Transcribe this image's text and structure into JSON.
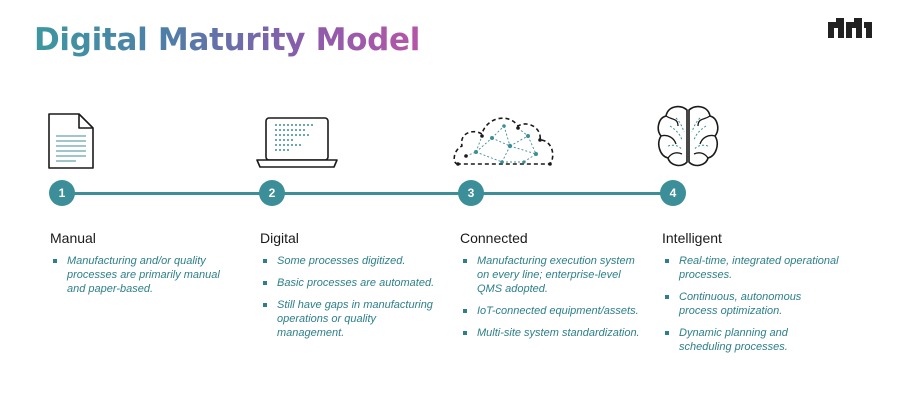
{
  "title": "Digital Maturity Model",
  "colors": {
    "accent": "#3c8e98",
    "title_gradient": [
      "#3d97a0",
      "#8a5cab",
      "#b556a8"
    ]
  },
  "logo": {
    "icon": "brand-logo-icon"
  },
  "stages": [
    {
      "number": "1",
      "title": "Manual",
      "icon": "document-icon",
      "bullets": [
        "Manufacturing and/or quality processes are primarily manual and paper-based."
      ]
    },
    {
      "number": "2",
      "title": "Digital",
      "icon": "laptop-icon",
      "bullets": [
        "Some processes digitized.",
        "Basic processes are automated.",
        "Still have gaps in manufacturing operations or quality management."
      ]
    },
    {
      "number": "3",
      "title": "Connected",
      "icon": "cloud-network-icon",
      "bullets": [
        "Manufacturing execution system on every line; enterprise-level QMS adopted.",
        "IoT-connected equipment/assets.",
        "Multi-site system standardization."
      ]
    },
    {
      "number": "4",
      "title": "Intelligent",
      "icon": "brain-icon",
      "bullets": [
        "Real-time, integrated operational processes.",
        "Continuous, autonomous process optimization.",
        "Dynamic planning and scheduling processes."
      ]
    }
  ]
}
